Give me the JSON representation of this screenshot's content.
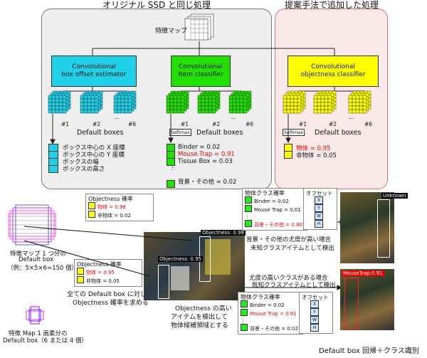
{
  "top": {
    "left_title": "オリジナル SSD と同じ処理",
    "right_title": "提案手法で追加した処理",
    "feature_map_label": "特徴マップ"
  },
  "modules": {
    "box_offset": {
      "line1": "Convolutional",
      "line2": "box offset estimator",
      "color": "#1fd0e8"
    },
    "item_classifier": {
      "line1": "Convolutional",
      "line2": "Item classifier",
      "color": "#22e000"
    },
    "objectness": {
      "line1": "Convolutional",
      "line2": "objectness classifier",
      "color": "#ffff00"
    }
  },
  "grid_labels": {
    "n1": "#1",
    "n2": "#2",
    "dots": "…",
    "n6": "#6"
  },
  "default_boxes": "Default boxes",
  "softmax": "Softmax",
  "offset_list": [
    "ボックス中心の X 座標",
    "ボックス中心の Y 座標",
    "ボックスの幅",
    "ボックスの高さ"
  ],
  "class_list": {
    "binder": "Binder = 0.02",
    "mousetrap": "Mouse Trap = 0.91",
    "tissue": "Tissue Box = 0.03",
    "dots": "⋮",
    "bg": "背景・その他 = 0.02"
  },
  "obj_list": {
    "obj": "物体 = 0.95",
    "nonobj": "非物体 = 0.05"
  },
  "bottom": {
    "fm_caption": [
      "特徴マップ 1 つ分の",
      "Default box",
      "（例：5×5×6=150 個）"
    ],
    "map1_caption": [
      "特徴 Map 1 画素分の",
      "Default box（6 または 4 個）"
    ],
    "obj_legend1": {
      "title": "Objectness 確率",
      "obj": "物体 = 0.98",
      "nonobj": "非物体 = 0.02"
    },
    "obj_legend2": {
      "title": "Objectness 確率",
      "obj": "物体 = 0.95",
      "nonobj": "非物体 = 0.05"
    },
    "all_boxes": [
      "全ての Default box に対して",
      "Objectness 確率を求める"
    ],
    "center_tag1": "Objectness: 0.98",
    "center_tag2": "Objectness: 0.95",
    "center_caption": [
      "Objectness の高い",
      "アイテムを検出して",
      "物体候補領域とする"
    ],
    "cls_legend1": {
      "title": "物体クラス確率",
      "binder": "Binder = 0.02",
      "mt": "Mouse Trap = 0.01",
      "dots": "⋮",
      "bg": "背景・その他 = 0.80"
    },
    "cls_legend2": {
      "title": "物体クラス確率",
      "binder": "Binder = 0.02",
      "mt": "Mouse Trap = 0.91",
      "dots": "⋮",
      "bg": "背景・その他 = 0.02"
    },
    "offset_title": "オフセット",
    "offset_cells": [
      "X",
      "Y",
      "W",
      "H"
    ],
    "unknown_text": [
      "背景・その他の尤度が高い場合",
      "未知クラスアイテムとして検出"
    ],
    "known_text": [
      "尤度の高いクラスがある場合",
      "既知クラスアイテムとして検出"
    ],
    "unknown_tag": "Unknown",
    "mousetrap_tag": "MouseTrap:0.91",
    "final_caption": "Default box 回帰＋クラス識別"
  }
}
